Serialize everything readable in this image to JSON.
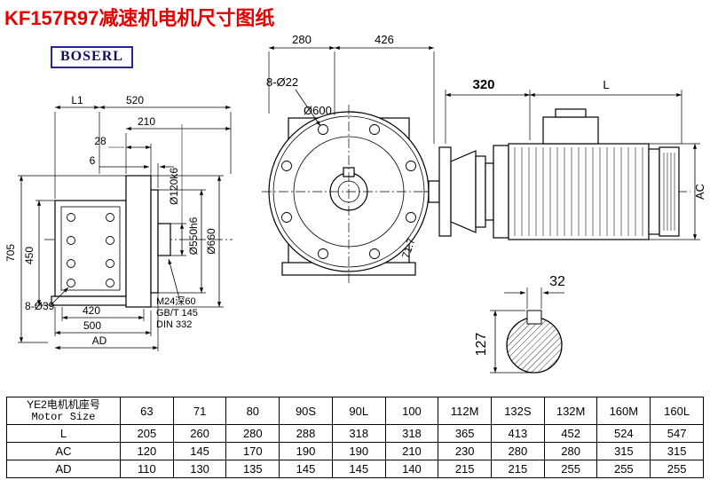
{
  "page": {
    "title": "KF157R97减速机电机尺寸图纸",
    "brand": "BOSERL"
  },
  "left_view": {
    "l1": "L1",
    "d520": "520",
    "d210": "210",
    "d28": "28",
    "d6": "6",
    "d705": "705",
    "d450": "450",
    "d420": "420",
    "d500": "500",
    "ad": "AD",
    "holes": "8-Ø39",
    "shaft": "Ø120k6",
    "spigot": "Ø550h6",
    "flange": "Ø660",
    "note1": "M24深60",
    "note2": "GB/T 145",
    "note3": "DIN 332"
  },
  "front_view": {
    "d280": "280",
    "d426": "426",
    "holes": "8-Ø22",
    "dia": "Ø600",
    "angle": "71.7"
  },
  "motor_view": {
    "d320": "320",
    "l": "L",
    "ac": "AC"
  },
  "shaft_view": {
    "d32": "32",
    "d127": "127"
  },
  "table": {
    "row_header_line1": "YE2电机机座号",
    "row_header_line2": "Motor Size",
    "columns": [
      "63",
      "71",
      "80",
      "90S",
      "90L",
      "100",
      "112M",
      "132S",
      "132M",
      "160M",
      "160L"
    ],
    "rows": [
      {
        "label": "L",
        "values": [
          "205",
          "260",
          "280",
          "288",
          "318",
          "318",
          "365",
          "413",
          "452",
          "524",
          "547"
        ]
      },
      {
        "label": "AC",
        "values": [
          "120",
          "145",
          "170",
          "190",
          "190",
          "210",
          "230",
          "280",
          "280",
          "315",
          "315"
        ]
      },
      {
        "label": "AD",
        "values": [
          "110",
          "130",
          "135",
          "145",
          "145",
          "140",
          "215",
          "215",
          "255",
          "255",
          "255"
        ]
      }
    ]
  }
}
